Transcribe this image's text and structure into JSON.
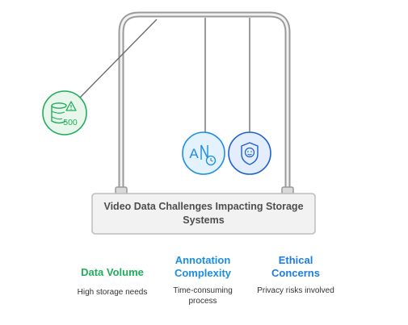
{
  "diagram": {
    "base_label": "Video Data Challenges Impacting Storage Systems",
    "icons": [
      {
        "name": "database-warning-icon",
        "text": "500",
        "color": "#1fae5c",
        "fill": "#e8f6ec"
      },
      {
        "name": "annotation-clock-icon",
        "text": "A",
        "color": "#1c8ee0",
        "fill": "#e3f2fc"
      },
      {
        "name": "shield-face-icon",
        "text": "",
        "color": "#1c5fd0",
        "fill": "#e3edfb"
      }
    ],
    "columns": [
      {
        "title": "Data Volume",
        "description": "High storage needs",
        "color": "#1fae5c"
      },
      {
        "title": "Annotation Complexity",
        "description": "Time-consuming process",
        "color": "#1c8ee0"
      },
      {
        "title": "Ethical Concerns",
        "description": "Privacy risks involved",
        "color": "#1c7de0"
      }
    ]
  }
}
